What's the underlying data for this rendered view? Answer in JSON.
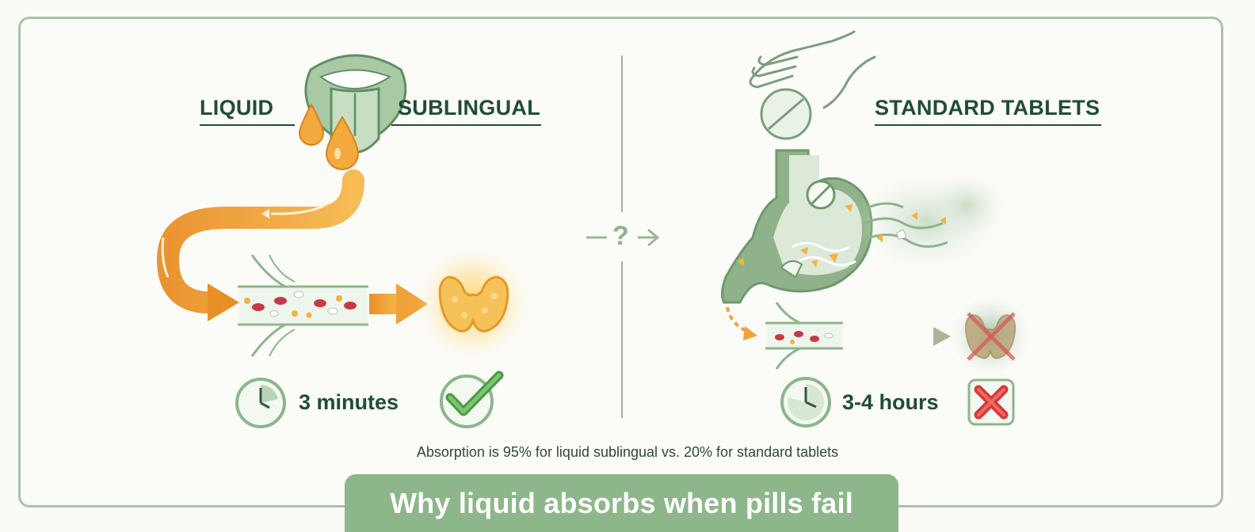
{
  "left_panel": {
    "label_left": "LIQUID",
    "label_right": "SUBLINGUAL",
    "time": "3 minutes",
    "result_icon": "check-icon"
  },
  "divider": {
    "symbol": "?"
  },
  "right_panel": {
    "label": "STANDARD TABLETS",
    "time": "3-4 hours",
    "result_icon": "cross-icon"
  },
  "caption": "Absorption is 95% for liquid sublingual vs. 20% for standard tablets",
  "banner_title": "Why liquid absorbs when pills fail",
  "colors": {
    "accent_green": "#8db68b",
    "dark_green": "#1f4d33",
    "orange": "#f0a23a",
    "red": "#d8393a",
    "line_green": "#a9c4a6"
  }
}
